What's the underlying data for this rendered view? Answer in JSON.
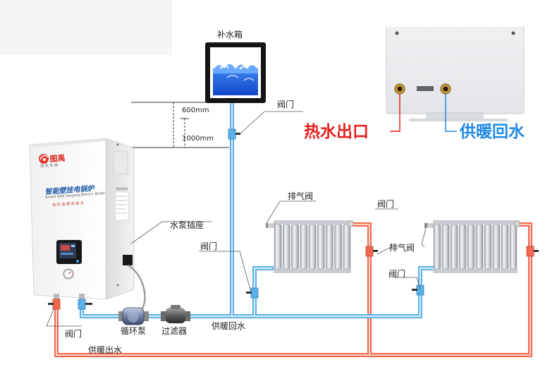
{
  "labels": {
    "tank": "补水箱",
    "valve_top": "阀门",
    "dim_600": "600mm",
    "dim_1000": "1000mm",
    "pump_socket": "水泵插座",
    "vent_1": "排气阀",
    "vent_2": "排气阀",
    "valve_r1_out": "阀门",
    "valve_mid": "阀门",
    "valve_r2_in": "阀门",
    "valve_left": "阀门",
    "pump": "循环泵",
    "filter": "过滤器",
    "return_pipe": "供暖回水",
    "supply_pipe": "供暖出水"
  },
  "callouts": {
    "hot_out": "热水出口",
    "heat_return": "供暖回水"
  },
  "boiler": {
    "brand": "图禹",
    "brand_sub": "图 禹 电 器",
    "product_cn": "智能壁挂电锅炉",
    "product_en": "Smart Wall hanging Electric Boiler",
    "slogan": "我 的 温 暖 我 做 主",
    "side_label": "使用说明"
  },
  "colors": {
    "supply": "#f2694f",
    "return": "#5ab1ea",
    "hot_text": "#e8201c",
    "return_text": "#1e88e5",
    "dim_line": "#333333"
  }
}
